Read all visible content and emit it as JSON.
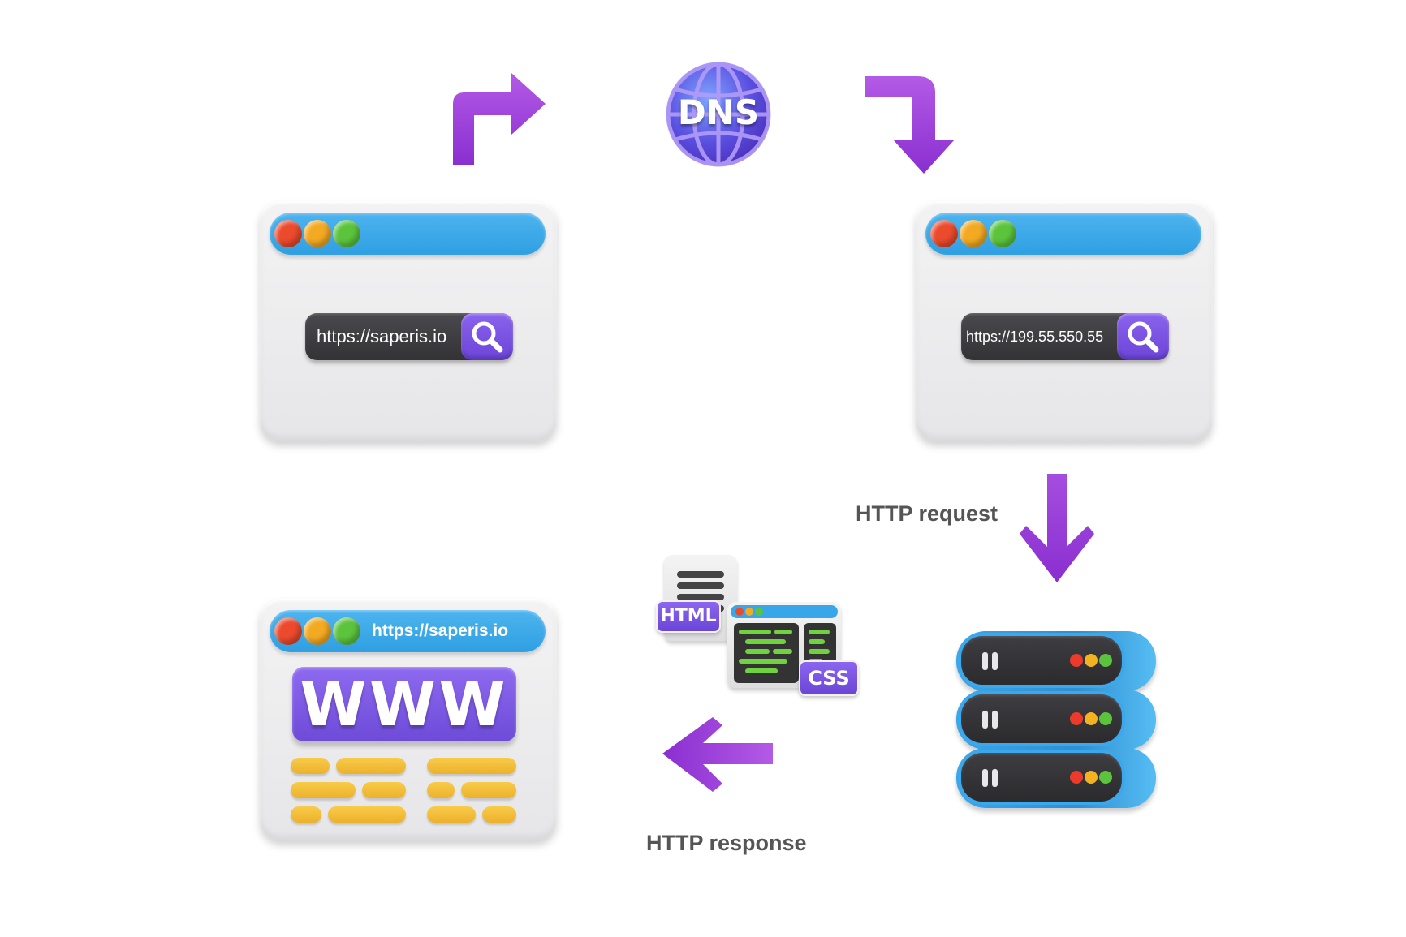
{
  "dns": {
    "label": "DNS"
  },
  "browser_1": {
    "url": "https://saperis.io",
    "search_icon": "search-icon"
  },
  "browser_2": {
    "url": "https://199.55.550.55",
    "search_icon": "search-icon"
  },
  "browser_3": {
    "url": "https://saperis.io",
    "banner": "WWW"
  },
  "http_request": {
    "label": "HTTP request"
  },
  "http_response": {
    "label": "HTTP response"
  },
  "files": {
    "html_label": "HTML",
    "css_label": "CSS"
  },
  "colors": {
    "arrow": "#9a3fd8",
    "titlebar": "#3aa6ea",
    "search_button": "#7a52e4",
    "red": "#ec4a2c",
    "yellow": "#f3aa22",
    "green": "#5cc43c",
    "text_label": "#555555"
  }
}
